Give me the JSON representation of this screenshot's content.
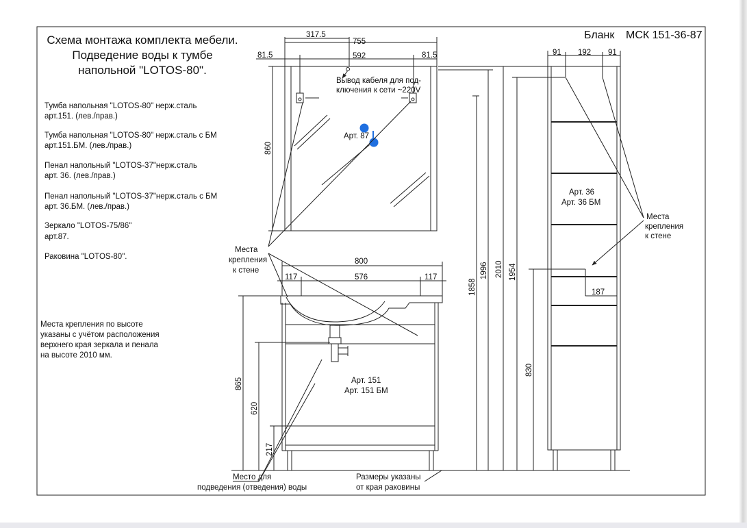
{
  "title_lines": [
    "Схема монтажа комплекта мебели.",
    "Подведение воды к тумбе",
    "напольной     \"LOTOS-80\"."
  ],
  "form": {
    "label": "Бланк",
    "code": "МСК 151-36-87"
  },
  "items": [
    {
      "line1": "Тумба напольная \"LOTOS-80\" нерж.сталь",
      "line2": "арт.151. (лев./прав.)"
    },
    {
      "line1": "Тумба напольная \"LOTOS-80\" нерж.сталь с БМ",
      "line2": "арт.151.БМ. (лев./прав.)"
    },
    {
      "line1": "Пенал напольный \"LOTOS-37\"нерж.сталь",
      "line2": "арт. 36. (лев./прав.)"
    },
    {
      "line1": "Пенал напольный \"LOTOS-37\"нерж.сталь с БМ",
      "line2": "арт. 36.БМ. (лев./прав.)"
    },
    {
      "line1": "Зеркало \"LOTOS-75/86\"",
      "line2": "арт.87."
    },
    {
      "line1": "Раковина     \"LOTOS-80\".",
      "line2": ""
    }
  ],
  "note_lines": [
    "Места крепления по высоте",
    "указаны с учётом расположения",
    "верхнего края зеркала и пенала",
    "на высоте 2010 мм."
  ],
  "mirror": {
    "art": "Арт. 87",
    "cable_lines": [
      "Вывод кабеля для под-",
      "ключения к сети ~220V"
    ],
    "dims": {
      "w_top": "755",
      "offset": "317.5",
      "inner": "592",
      "left": "81.5",
      "right": "81.5",
      "height": "860"
    }
  },
  "cabinet": {
    "art_lines": [
      "Арт. 151",
      "Арт. 151 БМ"
    ],
    "dims": {
      "width": "800",
      "left": "117",
      "mid": "576",
      "right": "117",
      "h_total": "865",
      "h_drain": "620",
      "h_low": "217"
    }
  },
  "heights": [
    "1858",
    "1996",
    "2010",
    "1954",
    "830"
  ],
  "pencil": {
    "art_lines": [
      "Арт. 36",
      "Арт. 36 БМ"
    ],
    "dims": {
      "left": "91",
      "mid": "192",
      "right": "91",
      "shelf": "187"
    }
  },
  "labels": {
    "mount_left": [
      "Места",
      "крепления",
      "к стене"
    ],
    "mount_right": [
      "Места",
      "крепления",
      "к стене"
    ],
    "water": [
      "Место для",
      "подведения (отведения) воды"
    ],
    "sizes_note": [
      "Размеры указаны",
      "от края раковины"
    ]
  },
  "colors": {
    "handle": "#1f6fe0",
    "line": "#222222"
  }
}
